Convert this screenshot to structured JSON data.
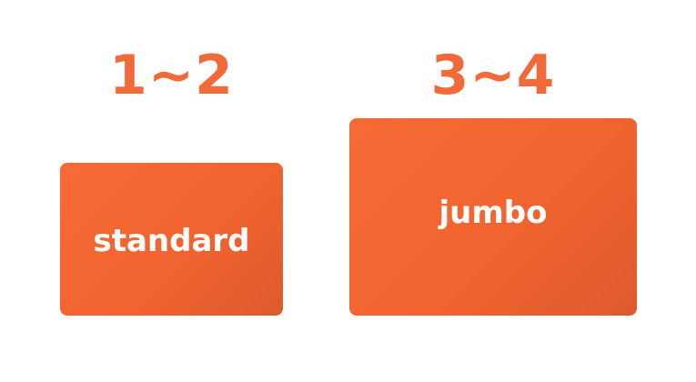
{
  "options": [
    {
      "range": "1~2",
      "size_label": "standard"
    },
    {
      "range": "3~4",
      "size_label": "jumbo"
    }
  ],
  "colors": {
    "accent": "#f26a3a",
    "card_start": "#f66a36",
    "card_end": "#dd5a2d",
    "card_text": "#ffffff",
    "background": "#ffffff"
  }
}
